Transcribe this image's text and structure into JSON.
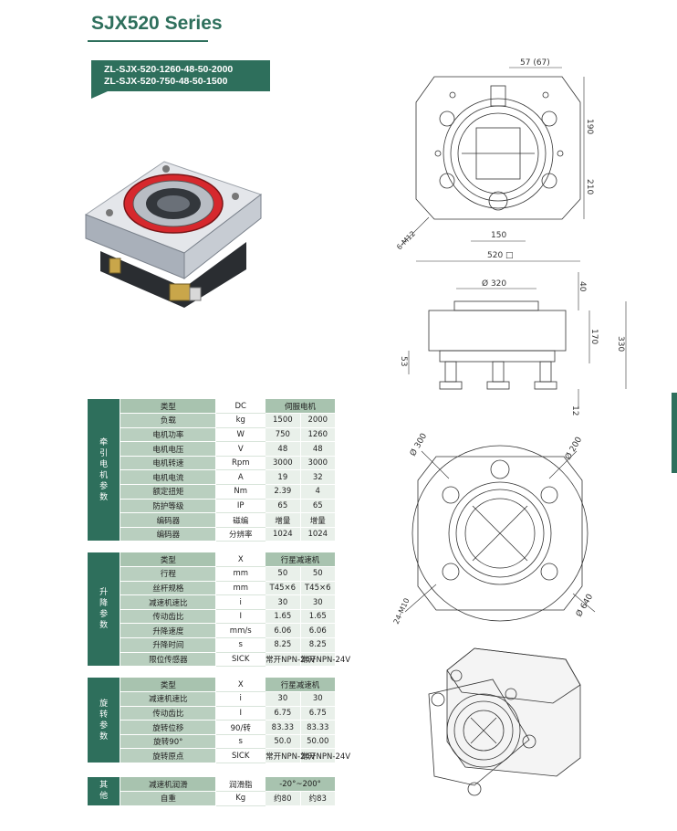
{
  "header": {
    "title": "SJX520 Series",
    "model_1": "ZL-SJX-520-1260-48-50-2000",
    "model_2": "ZL-SJX-520-750-48-50-1500"
  },
  "dimensions": {
    "top_view": {
      "d57": "57 (67)",
      "d190": "190",
      "d210": "210",
      "d150": "150",
      "d520": "520 □",
      "holes": "6-M12"
    },
    "side_view": {
      "d320": "Ø 320",
      "d40": "40",
      "d170": "170",
      "d330": "330",
      "d53": "53",
      "d12": "12"
    },
    "bottom_view": {
      "d300": "Ø 300",
      "d200": "Ø 200",
      "d640": "Ø 640",
      "holes": "24-M10"
    }
  },
  "tables": {
    "motor": {
      "side": "牵引电机参数",
      "rows": [
        {
          "label": "类型",
          "unit": "DC",
          "a": "伺服电机",
          "b": ""
        },
        {
          "label": "负载",
          "unit": "kg",
          "a": "1500",
          "b": "2000"
        },
        {
          "label": "电机功率",
          "unit": "W",
          "a": "750",
          "b": "1260"
        },
        {
          "label": "电机电压",
          "unit": "V",
          "a": "48",
          "b": "48"
        },
        {
          "label": "电机转速",
          "unit": "Rpm",
          "a": "3000",
          "b": "3000"
        },
        {
          "label": "电机电流",
          "unit": "A",
          "a": "19",
          "b": "32"
        },
        {
          "label": "额定扭矩",
          "unit": "Nm",
          "a": "2.39",
          "b": "4"
        },
        {
          "label": "防护等级",
          "unit": "IP",
          "a": "65",
          "b": "65"
        },
        {
          "label": "编码器",
          "unit": "磁编",
          "a": "增量",
          "b": "增量"
        },
        {
          "label": "编码器",
          "unit": "分辨率",
          "a": "1024",
          "b": "1024"
        }
      ]
    },
    "lift": {
      "side": "升降参数",
      "rows": [
        {
          "label": "类型",
          "unit": "X",
          "a": "行星减速机",
          "b": ""
        },
        {
          "label": "行程",
          "unit": "mm",
          "a": "50",
          "b": "50"
        },
        {
          "label": "丝杆规格",
          "unit": "mm",
          "a": "T45×6",
          "b": "T45×6"
        },
        {
          "label": "减速机速比",
          "unit": "i",
          "a": "30",
          "b": "30"
        },
        {
          "label": "传动齿比",
          "unit": "I",
          "a": "1.65",
          "b": "1.65"
        },
        {
          "label": "升降速度",
          "unit": "mm/s",
          "a": "6.06",
          "b": "6.06"
        },
        {
          "label": "升降时间",
          "unit": "s",
          "a": "8.25",
          "b": "8.25"
        },
        {
          "label": "限位传感器",
          "unit": "SICK",
          "a": "常开NPN-24V",
          "b": "常开NPN-24V"
        }
      ]
    },
    "rotate": {
      "side": "旋转参数",
      "rows": [
        {
          "label": "类型",
          "unit": "X",
          "a": "行星减速机",
          "b": ""
        },
        {
          "label": "减速机速比",
          "unit": "i",
          "a": "30",
          "b": "30"
        },
        {
          "label": "传动齿比",
          "unit": "I",
          "a": "6.75",
          "b": "6.75"
        },
        {
          "label": "旋转位移",
          "unit": "90/转",
          "a": "83.33",
          "b": "83.33"
        },
        {
          "label": "旋转90°",
          "unit": "s",
          "a": "50.0",
          "b": "50.00"
        },
        {
          "label": "旋转原点",
          "unit": "SICK",
          "a": "常开NPN-24V",
          "b": "常开NPN-24V"
        }
      ]
    },
    "other": {
      "side": "其他",
      "rows": [
        {
          "label": "减速机润滑",
          "unit": "润滑脂",
          "a": "-20°~200°",
          "b": ""
        },
        {
          "label": "自重",
          "unit": "Kg",
          "a": "约80",
          "b": "约83"
        }
      ]
    }
  }
}
